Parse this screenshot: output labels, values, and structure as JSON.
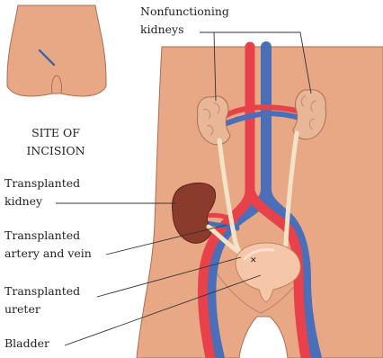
{
  "labels": {
    "incision_line1": "SITE OF",
    "incision_line2": "INCISION",
    "nonfunctioning_line1": "Nonfunctioning",
    "nonfunctioning_line2": "kidneys",
    "transplanted_kidney_line1": "Transplanted",
    "transplanted_kidney_line2": "kidney",
    "artery_vein_line1": "Transplanted",
    "artery_vein_line2": "artery and vein",
    "ureter_line1": "Transplanted",
    "ureter_line2": "ureter",
    "bladder": "Bladder"
  },
  "colors": {
    "skin": "#e8a886",
    "skin_outline": "#a86f53",
    "artery": "#e8414a",
    "vein": "#4a6fb8",
    "kidney_native": "#e9b698",
    "kidney_transplant": "#8a3b2b",
    "ureter": "#f2e3c6",
    "bladder": "#f6c6a8",
    "incision": "#2b62b0"
  }
}
